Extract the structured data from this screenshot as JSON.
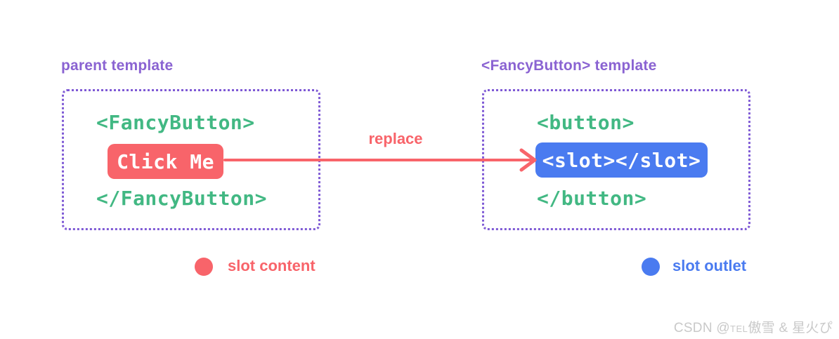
{
  "colors": {
    "purple_title": "#8a63d2",
    "purple_border": "#7f5ad5",
    "green_code": "#42b883",
    "red_accent": "#f8646a",
    "blue_accent": "#4a7bf0",
    "watermark_gray": "#c9c9c9",
    "background": "#ffffff"
  },
  "parent_panel": {
    "title": "parent template",
    "open_tag": "<FancyButton>",
    "button_label": "Click Me",
    "close_tag": "</FancyButton>"
  },
  "component_panel": {
    "title": "<FancyButton> template",
    "open_tag": "<button>",
    "slot_tag": "<slot></slot>",
    "close_tag": "</button>"
  },
  "arrow": {
    "label": "replace"
  },
  "legend": {
    "content": {
      "label": "slot content"
    },
    "outlet": {
      "label": "slot outlet"
    }
  },
  "watermark": {
    "prefix": "CSDN @",
    "small": "TEL",
    "name": "傲雪 & 星火ぴ"
  }
}
